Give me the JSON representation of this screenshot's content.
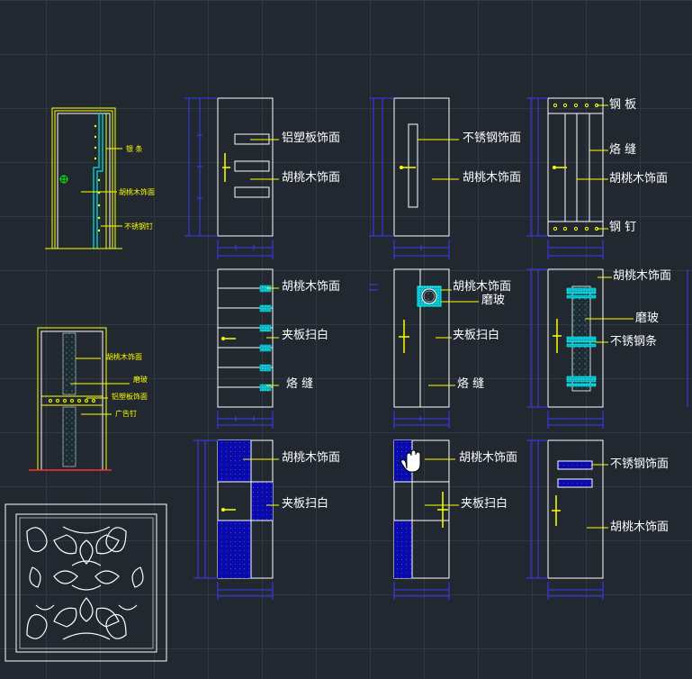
{
  "canvas": {
    "background": "#212830",
    "grid": "#2f3843",
    "door_line": "#ffffff",
    "dim_line": "#3c3cff",
    "leader": "#ffff00",
    "accent": "#00c8c8",
    "fill": "#0a0aa8"
  },
  "icons": {
    "cursor": "hand-cursor-icon"
  },
  "labels": {
    "small1": {
      "a": "银  条",
      "b": "胡桃木饰面",
      "c": "不锈钢钉"
    },
    "small2": {
      "a": "胡桃木饰面",
      "b": "磨玻",
      "c": "铝塑板饰面",
      "d": "广告钉"
    },
    "d1": {
      "a": "铝塑板饰面",
      "b": "胡桃木饰面"
    },
    "d2": {
      "a": "不锈钢饰面",
      "b": "胡桃木饰面"
    },
    "d3": {
      "a": "钢  板",
      "b": "烙  缝",
      "c": "胡桃木饰面",
      "d": "钢  钉"
    },
    "d4": {
      "a": "胡桃木饰面",
      "b": "夹板扫白",
      "c": "烙  缝"
    },
    "d5": {
      "a": "胡桃木饰面",
      "b": "磨玻",
      "c": "夹板扫白",
      "d": "烙  缝"
    },
    "d6": {
      "a": "胡桃木饰面",
      "b": "磨玻",
      "c": "不锈钢条"
    },
    "d7": {
      "a": "胡桃木饰面",
      "b": "夹板扫白"
    },
    "d8": {
      "a": "胡桃木饰面",
      "b": "夹板扫白"
    },
    "d9": {
      "a": "不锈钢饰面",
      "b": "胡桃木饰面"
    }
  }
}
